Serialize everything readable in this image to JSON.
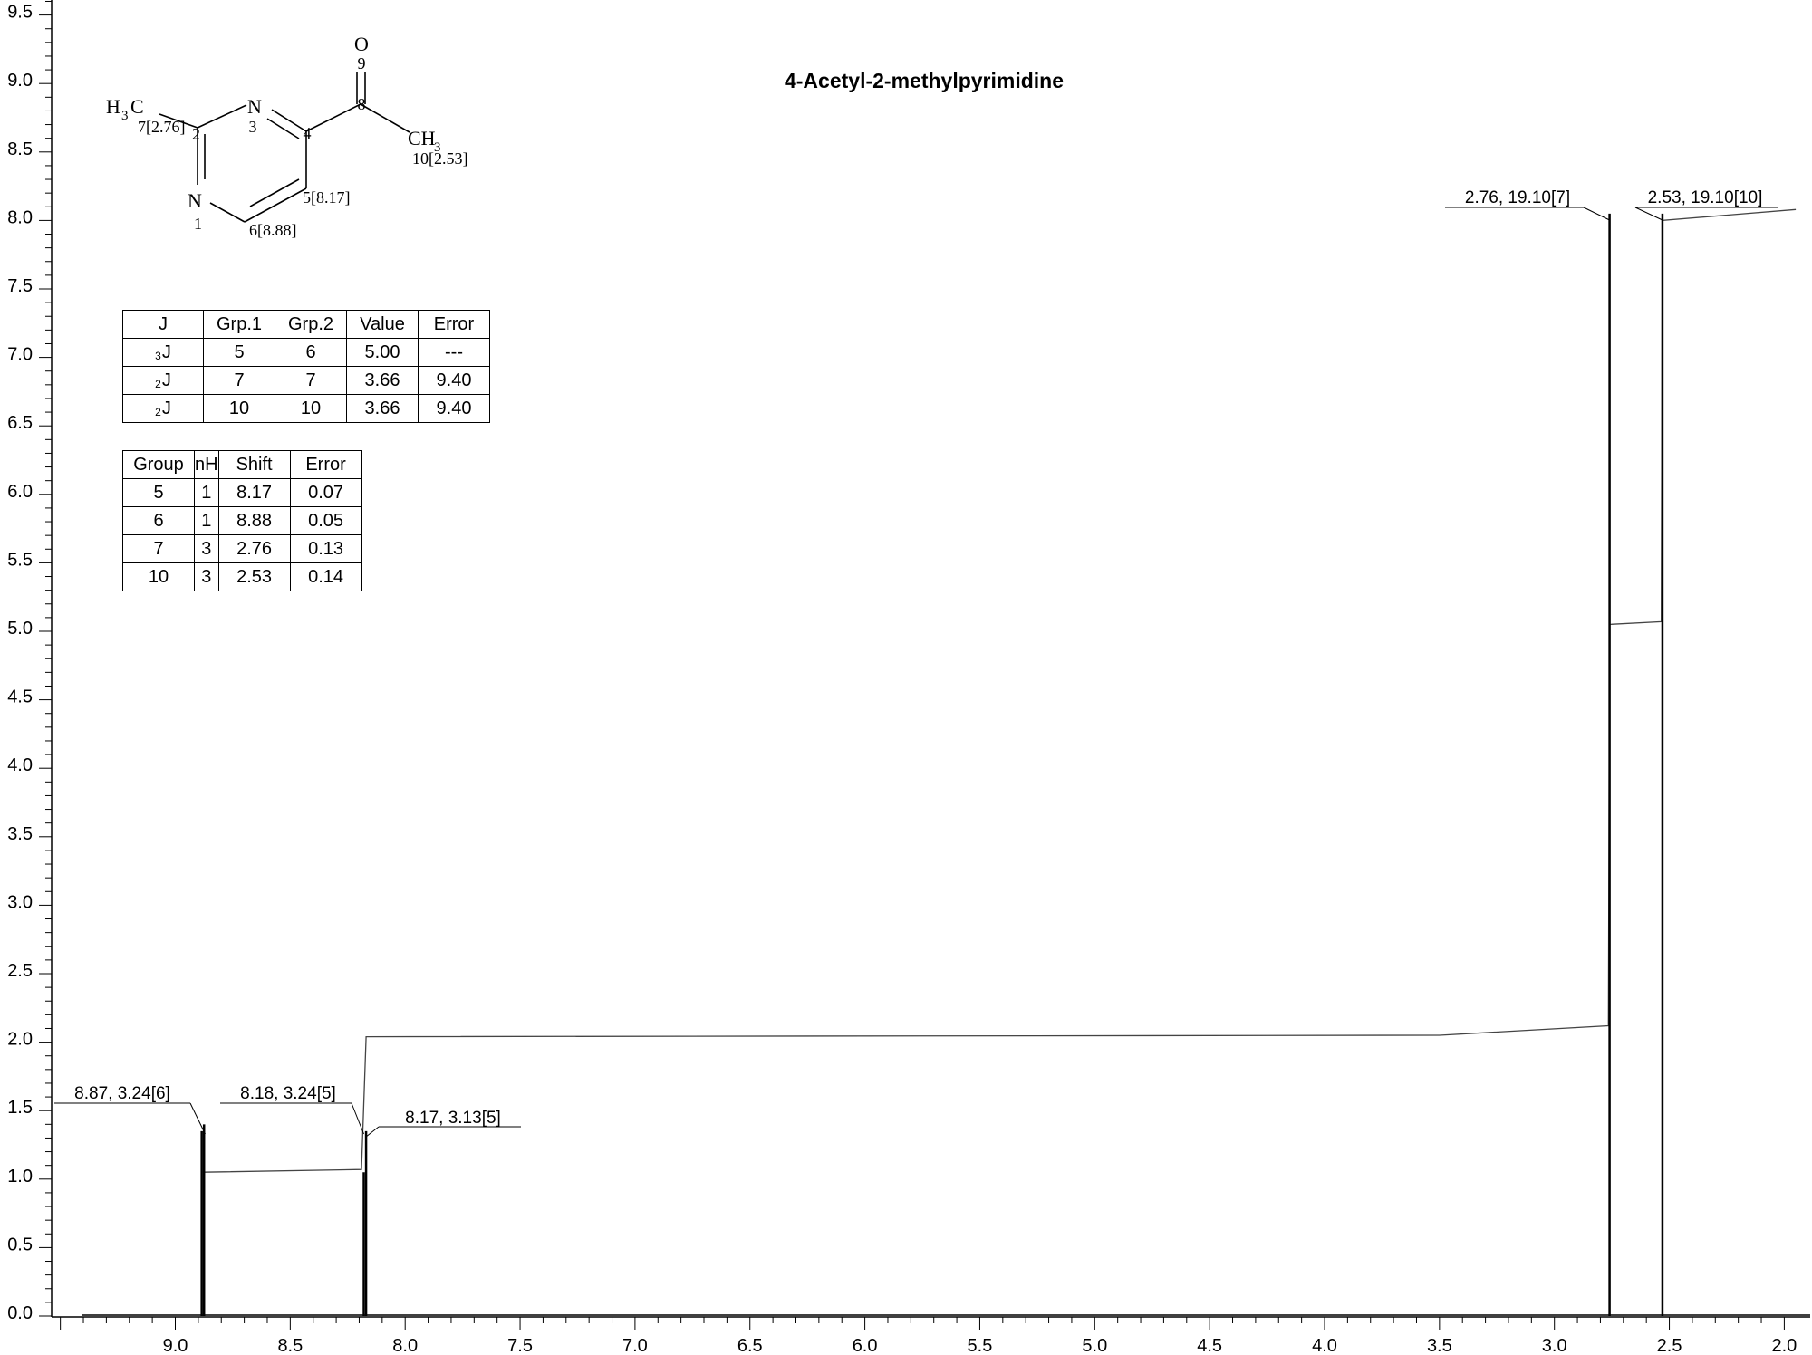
{
  "chart_data": {
    "type": "line",
    "title": "4-Acetyl-2-methylpyrimidine",
    "xlabel": "",
    "ylabel": "",
    "xlim": [
      9.5,
      1.95
    ],
    "ylim": [
      0,
      9.6
    ],
    "x_reversed": true,
    "grid": false,
    "x_ticks": [
      9.0,
      8.5,
      8.0,
      7.5,
      7.0,
      6.5,
      6.0,
      5.5,
      5.0,
      4.5,
      4.0,
      3.5,
      3.0,
      2.5,
      2.0
    ],
    "x_tick_labels": [
      "9.0",
      "8.5",
      "8.0",
      "7.5",
      "7.0",
      "6.5",
      "6.0",
      "5.5",
      "5.0",
      "4.5",
      "4.0",
      "3.5",
      "3.0",
      "2.5",
      "2.0"
    ],
    "y_ticks": [
      0.0,
      0.5,
      1.0,
      1.5,
      2.0,
      2.5,
      3.0,
      3.5,
      4.0,
      4.5,
      5.0,
      5.5,
      6.0,
      6.5,
      7.0,
      7.5,
      8.0,
      8.5,
      9.0,
      9.5
    ],
    "y_tick_labels": [
      "0.0",
      "0.5",
      "1.0",
      "1.5",
      "2.0",
      "2.5",
      "3.0",
      "3.5",
      "4.0",
      "4.5",
      "5.0",
      "5.5",
      "6.0",
      "6.5",
      "7.0",
      "7.5",
      "8.0",
      "8.5",
      "9.0",
      "9.5"
    ],
    "peaks": [
      {
        "x": 8.885,
        "y": 1.35
      },
      {
        "x": 8.875,
        "y": 1.4
      },
      {
        "x": 8.18,
        "y": 1.05
      },
      {
        "x": 8.17,
        "y": 1.35
      },
      {
        "x": 2.76,
        "y": 8.05
      },
      {
        "x": 2.53,
        "y": 8.05
      }
    ],
    "peak_labels": [
      {
        "text": "8.87, 3.24[6]",
        "x": 8.87
      },
      {
        "text": "8.18, 3.24[5]",
        "x": 8.18
      },
      {
        "text": "8.17, 3.13[5]",
        "x": 8.17
      },
      {
        "text": "2.76, 19.10[7]",
        "x": 2.76
      },
      {
        "text": "2.53, 19.10[10]",
        "x": 2.53
      }
    ],
    "integral_curve": [
      [
        8.88,
        1.05
      ],
      [
        8.19,
        1.07
      ],
      [
        8.17,
        2.04
      ],
      [
        3.5,
        2.05
      ],
      [
        2.765,
        2.12
      ],
      [
        2.76,
        5.05
      ],
      [
        2.535,
        5.07
      ],
      [
        2.53,
        8.0
      ],
      [
        1.95,
        8.08
      ]
    ]
  },
  "molecule": {
    "atoms": {
      "O": "O",
      "n9": "9",
      "n8": "8",
      "H3C": "H",
      "H3C_sub": "3",
      "H3C_c": "C",
      "lbl7": "7[2.76]",
      "n2": "2",
      "N3": "N",
      "n3": "3",
      "n4": "4",
      "CH3": "CH",
      "CH3_sub": "3",
      "lbl10": "10[2.53]",
      "lbl5": "5[8.17]",
      "N1": "N",
      "n1": "1",
      "lbl6": "6[8.88]"
    }
  },
  "j_table": {
    "headers": [
      "J",
      "Grp.1",
      "Grp.2",
      "Value",
      "Error"
    ],
    "rows": [
      {
        "sup": "3",
        "j": "J",
        "g1": "5",
        "g2": "6",
        "value": "5.00",
        "error": "---"
      },
      {
        "sup": "2",
        "j": "J",
        "g1": "7",
        "g2": "7",
        "value": "3.66",
        "error": "9.40"
      },
      {
        "sup": "2",
        "j": "J",
        "g1": "10",
        "g2": "10",
        "value": "3.66",
        "error": "9.40"
      }
    ]
  },
  "shift_table": {
    "headers": [
      "Group",
      "nH",
      "Shift",
      "Error"
    ],
    "rows": [
      {
        "group": "5",
        "nh": "1",
        "shift": "8.17",
        "error": "0.07"
      },
      {
        "group": "6",
        "nh": "1",
        "shift": "8.88",
        "error": "0.05"
      },
      {
        "group": "7",
        "nh": "3",
        "shift": "2.76",
        "error": "0.13"
      },
      {
        "group": "10",
        "nh": "3",
        "shift": "2.53",
        "error": "0.14"
      }
    ]
  }
}
